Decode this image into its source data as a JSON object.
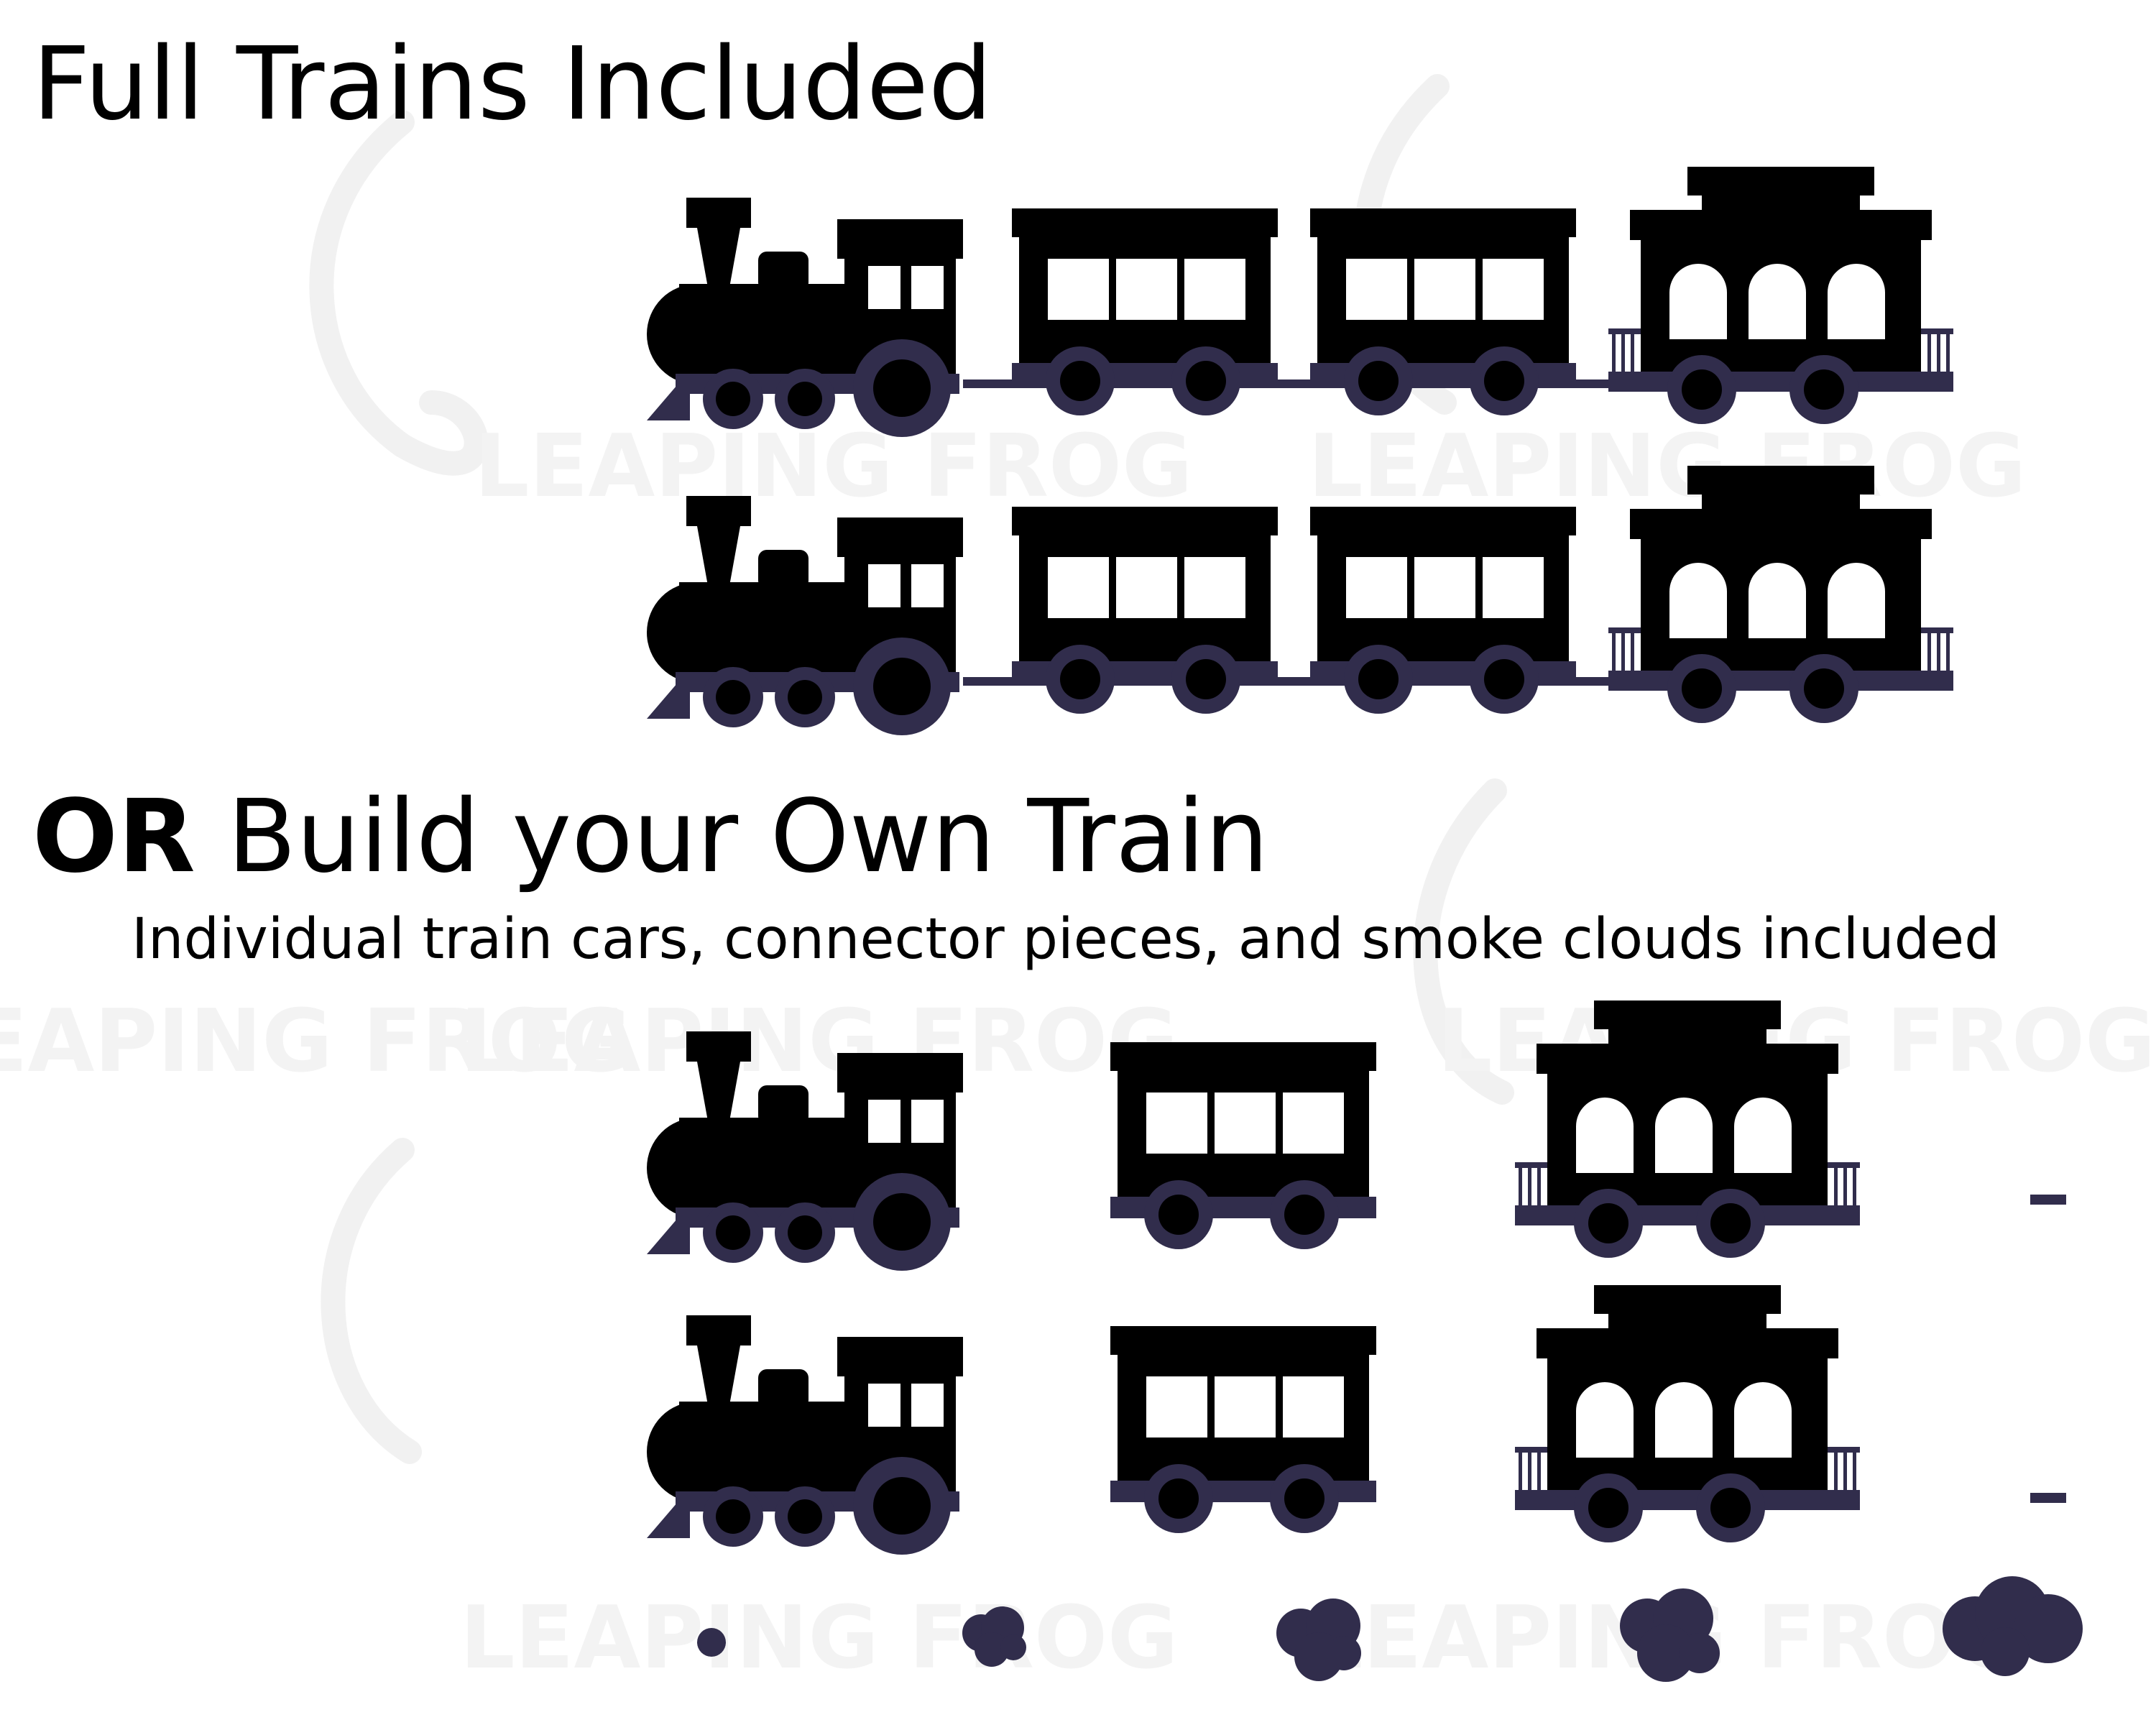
{
  "headings": {
    "full_trains": "Full Trains Included",
    "build_or": "OR",
    "build_rest": " Build your Own Train",
    "subtitle": "Individual train cars, connector pieces, and smoke clouds included"
  },
  "watermark": {
    "text": "LEAPING FROG",
    "color": "#f1f1f1"
  },
  "colors": {
    "navy": "#312d4c",
    "red": "#fd0000",
    "orange": "#fca622",
    "orange_dark": "#f7a01c",
    "yellow": "#fdd600",
    "yellow_wheel": "#f7d300",
    "blue": "#4162aa",
    "green": "#9ac90b",
    "white": "#ffffff"
  },
  "icons": [
    "locomotive",
    "passenger-car",
    "caboose",
    "connector-piece",
    "smoke-cloud"
  ]
}
